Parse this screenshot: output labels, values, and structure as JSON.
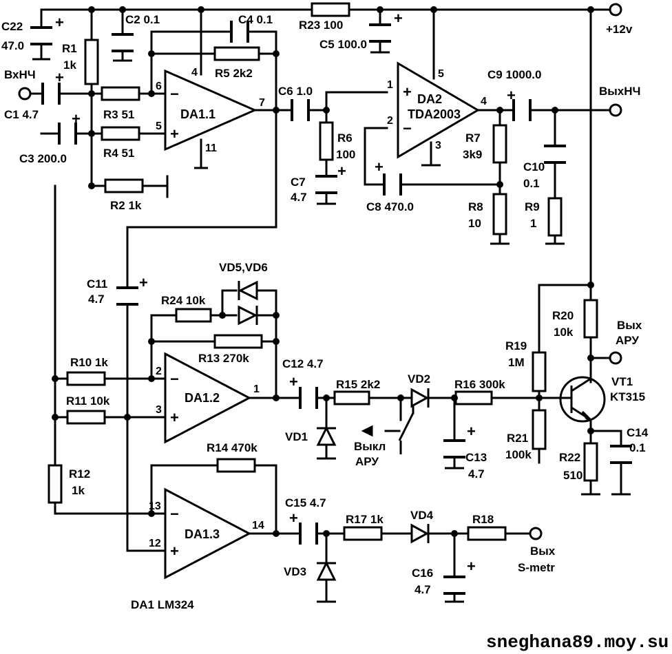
{
  "labels": {
    "c22": "C22",
    "c22v": "47.0",
    "r1": "R1",
    "r1v": "1k",
    "c2": "C2 0.1",
    "c4": "C4 0.1",
    "r23": "R23 100",
    "c5": "C5 100.0",
    "pwr": "+12v",
    "vxin": "ВхНЧ",
    "c1": "C1 4.7",
    "c3": "C3 200.0",
    "r3": "R3 51",
    "r4": "R4 51",
    "r5": "R5 2k2",
    "r2": "R2 1k",
    "da11": "DA1.1",
    "c6": "C6 1.0",
    "r6": "R6",
    "r6v": "100",
    "c7": "C7",
    "c7v": "4.7",
    "da2": "DA2",
    "da2t": "TDA2003",
    "c9": "C9 1000.0",
    "vyxout": "ВыхНЧ",
    "r7": "R7",
    "r7v": "3k9",
    "c10": "C10",
    "c10v": "0.1",
    "c8": "C8 470.0",
    "r8": "R8",
    "r8v": "10",
    "r9": "R9",
    "r9v": "1",
    "vd56": "VD5,VD6",
    "c11": "C11",
    "c11v": "4.7",
    "r24": "R24 10k",
    "r13": "R13 270k",
    "da12": "DA1.2",
    "r10": "R10 1k",
    "r11": "R11 10k",
    "r12": "R12",
    "r12v": "1k",
    "c12": "C12 4.7",
    "r15": "R15 2k2",
    "vd2": "VD2",
    "r16": "R16 300k",
    "vd1": "VD1",
    "vykl": "Выкл",
    "aru_sw": "АРУ",
    "c13": "C13",
    "c13v": "4.7",
    "r19": "R19",
    "r19v": "1M",
    "r20": "R20",
    "r20v": "10k",
    "vyx_aru": "Вых",
    "aru": "АРУ",
    "vt1": "VT1",
    "vt1t": "KT315",
    "r21": "R21",
    "r21v": "100k",
    "r22": "R22",
    "r22v": "510",
    "c14": "C14",
    "c14v": "0.1",
    "r14": "R14 470k",
    "da13": "DA1.3",
    "c15": "C15 4.7",
    "r17": "R17 1k",
    "vd4": "VD4",
    "r18": "R18",
    "vd3": "VD3",
    "c16": "C16",
    "c16v": "4.7",
    "vyx_s": "Вых",
    "smetr": "S-metr",
    "da1": "DA1  LM324",
    "watermark": "sneghana89.moy.su"
  },
  "pins": {
    "p4": "4",
    "p6": "6",
    "p5": "5",
    "p7": "7",
    "p11": "11",
    "da2_1": "1",
    "da2_2": "2",
    "da2_3": "3",
    "da2_4": "4",
    "da2_5": "5",
    "p2": "2",
    "p3": "3",
    "p1": "1",
    "p13": "13",
    "p12": "12",
    "p14": "14"
  },
  "signs": {
    "minus": "−",
    "plus": "+"
  }
}
